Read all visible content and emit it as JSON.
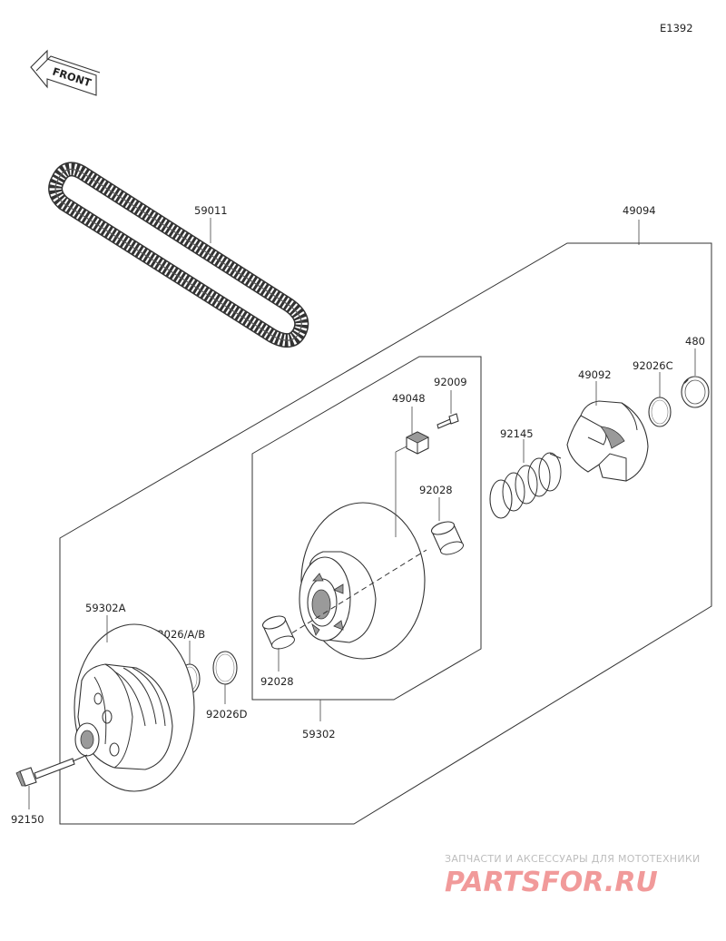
{
  "diagram_code": "E1392",
  "front_label": "FRONT",
  "parts": {
    "belt": "59011",
    "assembly": "49094",
    "circlip": "480",
    "washer_c": "92026C",
    "cam": "49092",
    "spring": "92145",
    "bolt_small": "92009",
    "weight": "49048",
    "bushing_upper": "92028",
    "bushing_lower": "92028",
    "movable_sheave": "59302",
    "fixed_sheave": "59302A",
    "washer_ab": "92026/A/B",
    "washer_d": "92026D",
    "bolt": "92150"
  },
  "watermark": {
    "caption": "ЗАПЧАСТИ И АКСЕССУАРЫ ДЛЯ МОТОТЕХНИКИ",
    "logo": "PARTSFOR.RU"
  }
}
